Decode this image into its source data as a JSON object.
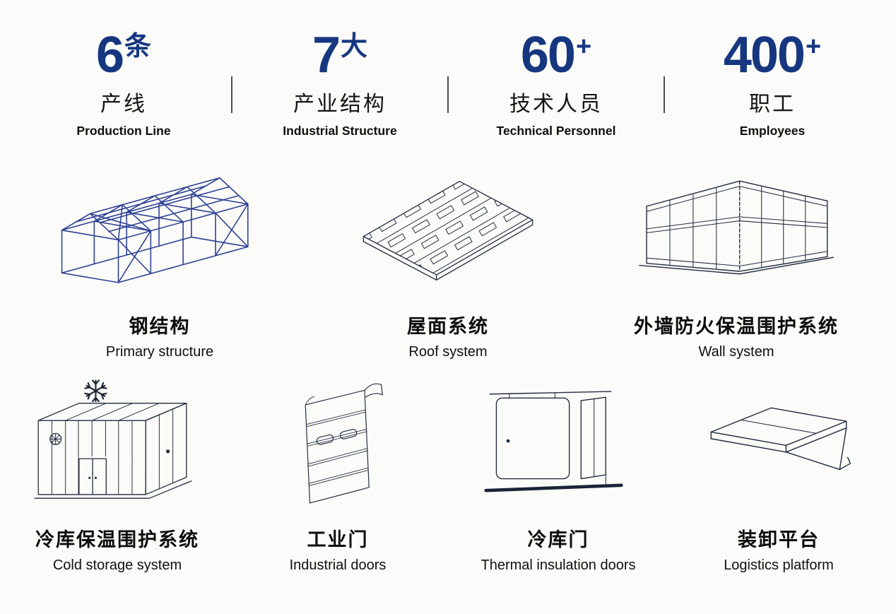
{
  "colors": {
    "accent_blue": "#16377f",
    "line_art_ink": "#242d3f",
    "steel_blue": "#2b3f92",
    "background": "#fbfbf9",
    "divider": "#4c4c4c"
  },
  "stats": [
    {
      "number": "6",
      "suffix": "条",
      "label_zh": "产线",
      "label_en": "Production Line"
    },
    {
      "number": "7",
      "suffix": "大",
      "label_zh": "产业结构",
      "label_en": "Industrial Structure"
    },
    {
      "number": "60",
      "suffix": "+",
      "label_zh": "技术人员",
      "label_en": "Technical Personnel"
    },
    {
      "number": "400",
      "suffix": "+",
      "label_zh": "职工",
      "label_en": "Employees"
    }
  ],
  "products_row1": [
    {
      "icon": "steel-structure-icon",
      "label_zh": "钢结构",
      "label_en": "Primary structure"
    },
    {
      "icon": "roof-system-icon",
      "label_zh": "屋面系统",
      "label_en": "Roof system"
    },
    {
      "icon": "wall-system-icon",
      "label_zh": "外墙防火保温围护系统",
      "label_en": "Wall system"
    }
  ],
  "products_row2": [
    {
      "icon": "cold-storage-icon",
      "label_zh": "冷库保温围护系统",
      "label_en": "Cold storage system"
    },
    {
      "icon": "industrial-door-icon",
      "label_zh": "工业门",
      "label_en": "Industrial doors"
    },
    {
      "icon": "thermal-insulation-door-icon",
      "label_zh": "冷库门",
      "label_en": "Thermal insulation doors"
    },
    {
      "icon": "loading-platform-icon",
      "label_zh": "装卸平台",
      "label_en": "Logistics platform"
    }
  ]
}
